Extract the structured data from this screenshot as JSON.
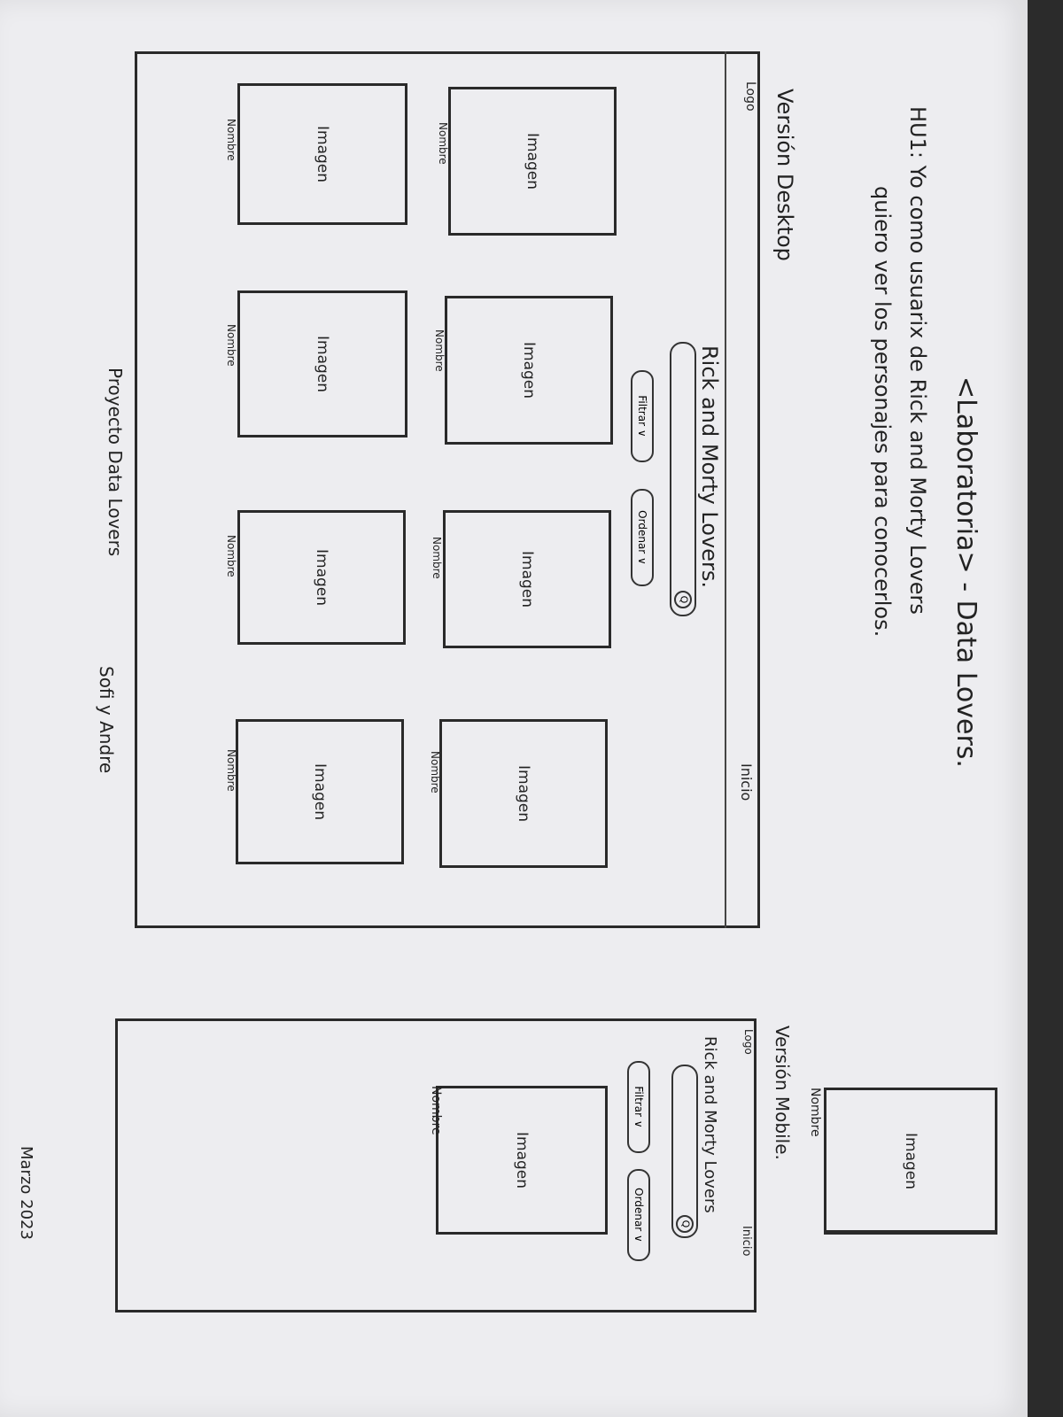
{
  "header": {
    "title": "<Laboratoria> - Data Lovers.",
    "story_line1": "HU1: Yo como usuarix de Rick and Morty Lovers",
    "story_line2": "quiero ver los personajes para conocerlos."
  },
  "desktop": {
    "label": "Versión Desktop",
    "logo": "Logo",
    "nav_inicio": "Inicio",
    "site_title": "Rick and Morty Lovers.",
    "search_icon": "Q",
    "filter_label": "Filtrar ∨",
    "sort_label": "Ordenar ∨",
    "cards": [
      {
        "image": "Imagen",
        "name": "Nombre"
      },
      {
        "image": "Imagen",
        "name": "Nombre"
      },
      {
        "image": "Imagen",
        "name": "Nombre"
      },
      {
        "image": "Imagen",
        "name": "Nombre"
      },
      {
        "image": "Imagen",
        "name": "Nombre"
      },
      {
        "image": "Imagen",
        "name": "Nombre"
      },
      {
        "image": "Imagen",
        "name": "Nombre"
      },
      {
        "image": "Imagen",
        "name": "Nombre"
      }
    ]
  },
  "mobile": {
    "label": "Versión Mobile.",
    "logo": "Logo",
    "nav_inicio": "Inicio",
    "site_title": "Rick and Morty Lovers",
    "search_icon": "Q",
    "filter_label": "Filtrar ∨",
    "sort_label": "Ordenar ∨",
    "cards": [
      {
        "image": "Imagen",
        "name": "Nombre"
      },
      {
        "image": "Imagen",
        "name": "Nombre"
      }
    ]
  },
  "footer": {
    "project": "Proyecto Data Lovers",
    "authors": "Sofi y Andre",
    "date": "Marzo 2023"
  }
}
